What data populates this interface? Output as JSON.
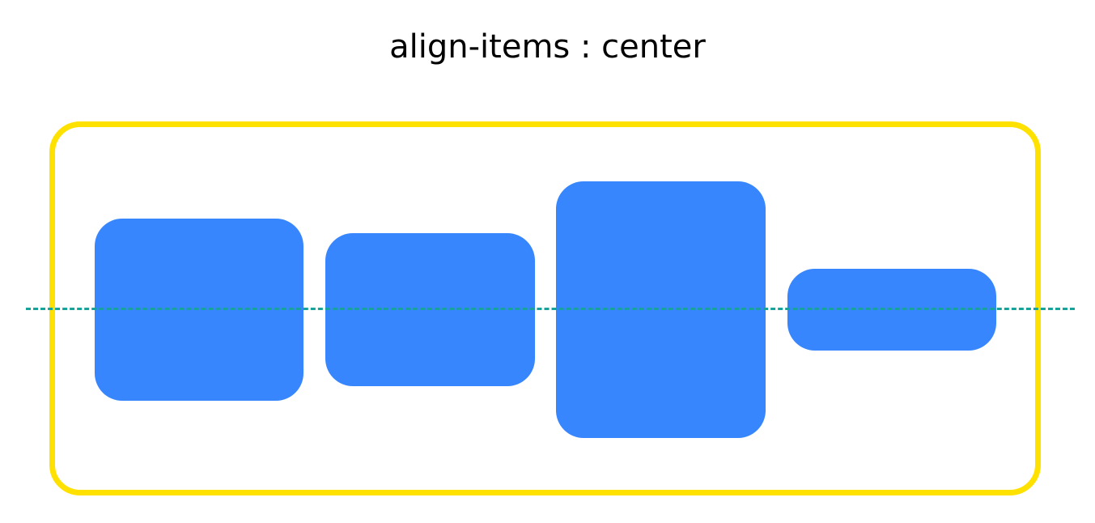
{
  "title": "align-items : center",
  "colors": {
    "container_border": "#ffe100",
    "item_fill": "#3786fe",
    "center_line": "#15a39a",
    "background": "#ffffff",
    "title_text": "#000000"
  },
  "items": [
    {
      "id": 1
    },
    {
      "id": 2
    },
    {
      "id": 3
    },
    {
      "id": 4
    }
  ]
}
